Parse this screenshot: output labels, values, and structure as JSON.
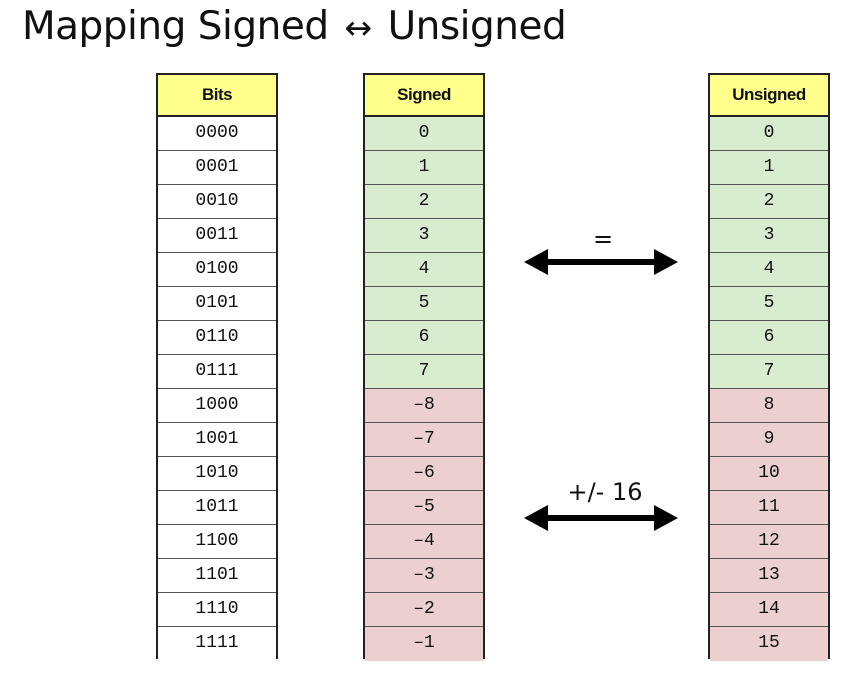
{
  "title": {
    "left": "Mapping Signed",
    "arrow": "↔",
    "right": "Unsigned"
  },
  "columns": {
    "bits": {
      "header": "Bits",
      "values": [
        "0000",
        "0001",
        "0010",
        "0011",
        "0100",
        "0101",
        "0110",
        "0111",
        "1000",
        "1001",
        "1010",
        "1011",
        "1100",
        "1101",
        "1110",
        "1111"
      ]
    },
    "signed": {
      "header": "Signed",
      "values": [
        "0",
        "1",
        "2",
        "3",
        "4",
        "5",
        "6",
        "7",
        "–8",
        "–7",
        "–6",
        "–5",
        "–4",
        "–3",
        "–2",
        "–1"
      ]
    },
    "unsigned": {
      "header": "Unsigned",
      "values": [
        "0",
        "1",
        "2",
        "3",
        "4",
        "5",
        "6",
        "7",
        "8",
        "9",
        "10",
        "11",
        "12",
        "13",
        "14",
        "15"
      ]
    }
  },
  "mappings": {
    "upper_label": "=",
    "lower_label": "+/- 16"
  },
  "colors": {
    "header_yellow": "#ffff8c",
    "nonnegative_green": "#d8edd0",
    "negative_red": "#ecd0d0"
  }
}
